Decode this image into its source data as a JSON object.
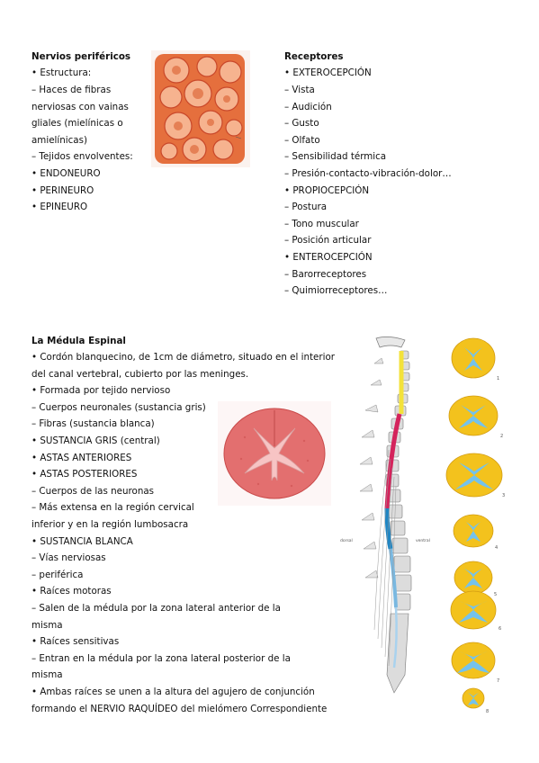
{
  "nervios": {
    "title": "Nervios periféricos",
    "lines": [
      "• Estructura:",
      "– Haces de fibras",
      "nerviosas con vainas",
      "gliales (mielínicas o",
      "amielínicas)",
      "– Tejidos envolventes:",
      "• ENDONEURO",
      "• PERINEURO",
      "• EPINEURO"
    ]
  },
  "receptores": {
    "title": "Receptores",
    "lines": [
      "• EXTEROCEPCIÓN",
      "– Vista",
      "– Audición",
      "– Gusto",
      "– Olfato",
      "– Sensibilidad térmica",
      "– Presión-contacto-vibración-dolor…",
      "• PROPIOCEPCIÓN",
      "– Postura",
      "– Tono muscular",
      "– Posición articular",
      "• ENTEROCEPCIÓN",
      "– Barorreceptores",
      "– Quimiorreceptores…"
    ]
  },
  "medula": {
    "title": "La Médula Espinal",
    "lines": [
      "• Cordón blanquecino, de 1cm de diámetro, situado en el interior",
      "del canal vertebral, cubierto por las meninges.",
      "• Formada por tejido nervioso",
      "– Cuerpos neuronales (sustancia gris)",
      "– Fibras (sustancia blanca)",
      "• SUSTANCIA GRIS (central)",
      "• ASTAS ANTERIORES",
      "• ASTAS POSTERIORES",
      "– Cuerpos de las neuronas",
      "– Más extensa en la región cervical",
      "inferior y en la región lumbosacra",
      "• SUSTANCIA BLANCA",
      "– Vías nerviosas",
      "– periférica",
      "• Raíces motoras",
      "– Salen de la médula por la zona lateral anterior de la",
      "misma",
      "• Raíces sensitivas",
      "– Entran en la médula por la zona lateral posterior de la",
      "misma",
      "• Ambas raíces se unen a la altura del agujero de conjunción",
      "formando el NERVIO RAQUÍDEO del mielómero Correspondiente"
    ]
  },
  "spine_labels": {
    "dorsal": "dorsal",
    "ventral": "ventral"
  },
  "section_numbers": [
    "1",
    "2",
    "3",
    "4",
    "5",
    "6",
    "7",
    "8"
  ],
  "colors": {
    "nerve_tissue": "#e8703e",
    "cord_section": "#e06b6b",
    "white_matter": "#f3c21d",
    "gray_matter": "#74c2ec",
    "cervical": "#f3e23a",
    "thoracic": "#d4245c",
    "lumbar": "#1f86c4",
    "sacral": "#7ab8e0"
  }
}
